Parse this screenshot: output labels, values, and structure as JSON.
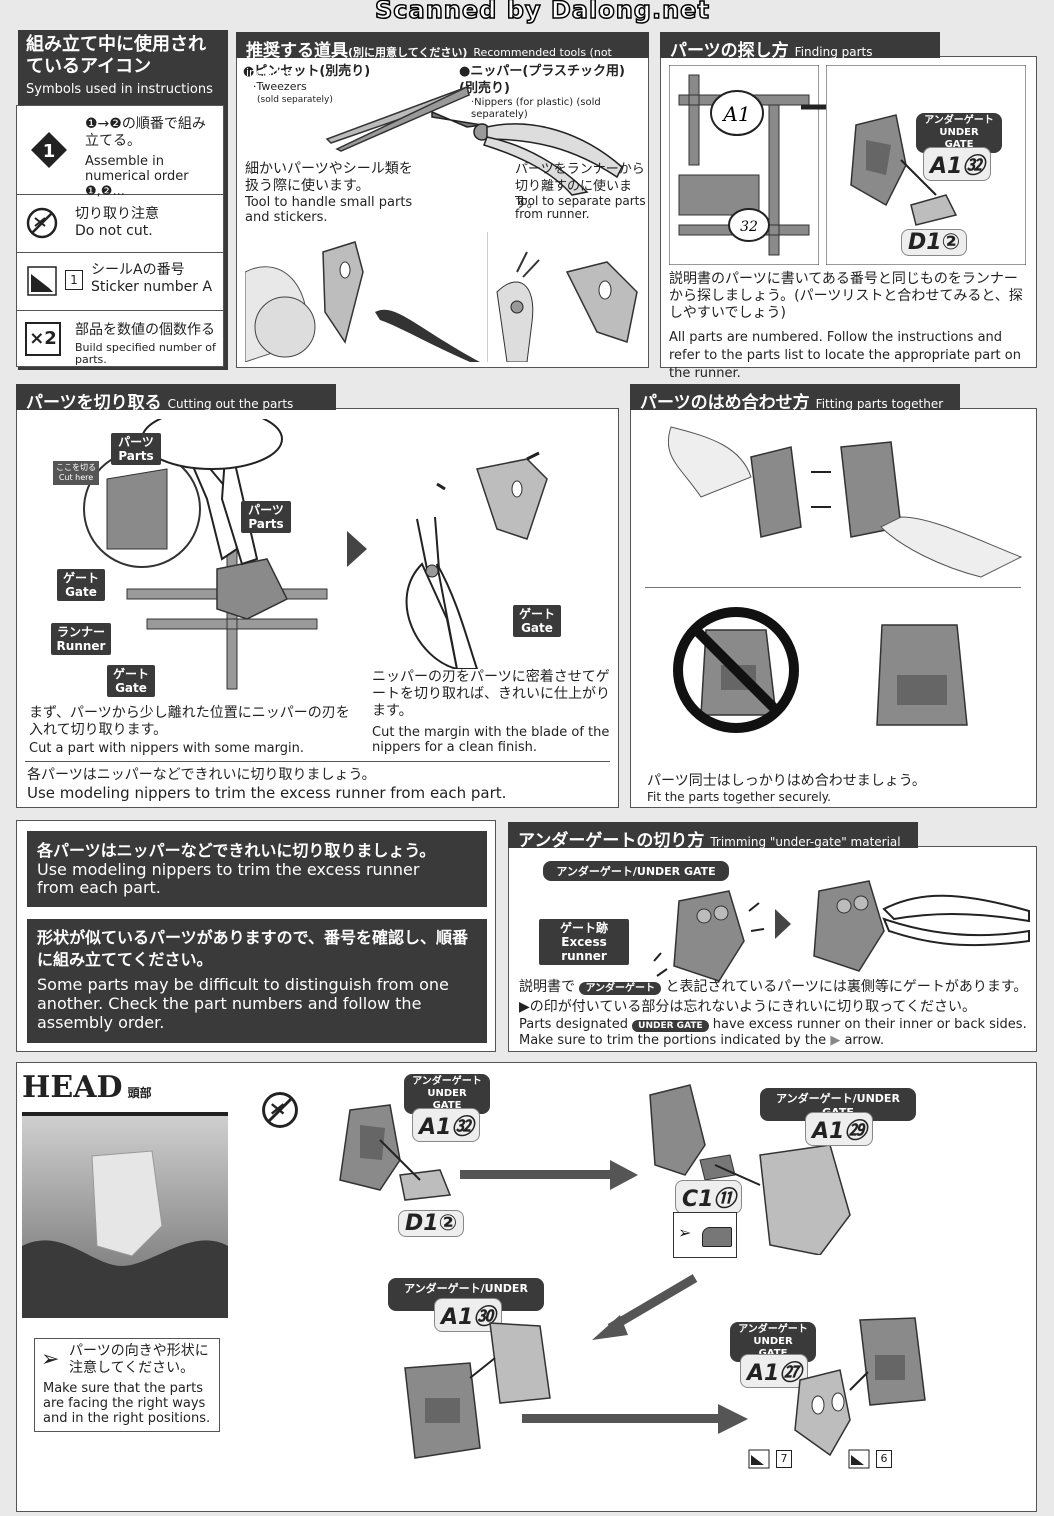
{
  "scan_credit": "Scanned by Dalong.net",
  "symbols": {
    "title_jp": "組み立て中に使用されているアイコン",
    "title_en": "Symbols used in instructions",
    "items": [
      {
        "icon": "number-1-icon",
        "jp": "❶→❷の順番で組み立てる。",
        "en": "Assemble in numerical order ❶,❷..."
      },
      {
        "icon": "do-not-cut-icon",
        "jp": "切り取り注意",
        "en": "Do not cut."
      },
      {
        "icon": "sticker-icon",
        "jp": "シールAの番号",
        "en": "Sticker number A"
      },
      {
        "icon": "times-two-icon",
        "jp": "部品を数値の個数作る",
        "en": "Build specified number of parts."
      }
    ],
    "num_badge": "1",
    "sticker_badge": "1",
    "x2": "×2"
  },
  "tools": {
    "title_jp": "推奨する道具",
    "title_jp_note": "(別に用意してください)",
    "title_en": "Recommended tools (not included)",
    "tweezers_jp": "●ピンセット(別売り)",
    "tweezers_en": "·Tweezers",
    "tweezers_note": "(sold separately)",
    "nippers_jp": "●ニッパー(プラスチック用)(別売り)",
    "nippers_en": "·Nippers (for plastic) (sold separately)",
    "tweezers_desc_jp": "細かいパーツやシール類を扱う際に使います。",
    "tweezers_desc_en": "Tool to handle small parts and stickers.",
    "nippers_desc_jp": "パーツをランナーから切り離すのに使います。",
    "nippers_desc_en": "Tool to separate parts from runner."
  },
  "finding": {
    "title_jp": "パーツの探し方",
    "title_en": "Finding parts",
    "runner_label": "A1",
    "runner_num": "32",
    "ug_label": "アンダーゲート UNDER GATE",
    "part_a": "A1㉜",
    "part_d": "D1②",
    "desc_jp": "説明書のパーツに書いてある番号と同じものをランナーから探しましょう。(パーツリストと合わせてみると、探しやすいでしょう)",
    "desc_en": "All parts are numbered. Follow the instructions and refer to the parts list to locate the appropriate part on the runner."
  },
  "cutting": {
    "title_jp": "パーツを切り取る",
    "title_en": "Cutting out the parts",
    "cut_here": "ここを切る Cut here",
    "parts": "パーツ Parts",
    "gate": "ゲート Gate",
    "runner": "ランナー Runner",
    "step1_jp": "まず、パーツから少し離れた位置にニッパーの刃を入れて切り取ります。",
    "step1_en": "Cut a part with nippers with some margin.",
    "step2_jp": "ニッパーの刃をパーツに密着させてゲートを切り取れば、きれいに仕上がります。",
    "step2_en": "Cut the margin with the blade of the nippers for a clean finish.",
    "footer_jp": "各パーツはニッパーなどできれいに切り取りましょう。",
    "footer_en": "Use modeling nippers to trim the excess runner from each part."
  },
  "fitting": {
    "title_jp": "パーツのはめ合わせ方",
    "title_en": "Fitting parts together",
    "desc_jp": "パーツ同士はしっかりはめ合わせましょう。",
    "desc_en": "Fit the parts together securely."
  },
  "notes": {
    "n1_jp": "各パーツはニッパーなどできれいに切り取りましょう。",
    "n1_en": "Use modeling nippers to trim the excess runner from each part.",
    "n2_jp": "形状が似ているパーツがありますので、番号を確認し、順番に組み立ててください。",
    "n2_en": "Some parts may be difficult to distinguish from one another. Check the part numbers and follow the assembly order."
  },
  "undergate": {
    "title_jp": "アンダーゲートの切り方",
    "title_en": "Trimming \"under-gate\" material",
    "label": "アンダーゲート/UNDER GATE",
    "excess": "ゲート跡 Excess runner",
    "badge": "アンダーゲート",
    "badge_en": "UNDER GATE",
    "desc_jp1": "説明書で",
    "desc_jp2": "と表記されているパーツには裏側等にゲートがあります。",
    "desc_jp3": "▶の印が付いている部分は忘れないようにきれいに切り取ってください。",
    "desc_en1": "Parts designated",
    "desc_en2": "have excess runner on their inner or back sides.",
    "desc_en3": "Make sure to trim the portions indicated by the",
    "desc_en4": "arrow."
  },
  "head": {
    "title_en": "HEAD",
    "title_jp": "頭部",
    "note_jp": "パーツの向きや形状に注意してください。",
    "note_en": "Make sure that the parts are facing the right ways and in the right positions.",
    "ug_jp": "アンダーゲート",
    "ug_en": "UNDER GATE",
    "ug_combo": "アンダーゲート/UNDER GATE",
    "p_a132": "A1㉜",
    "p_d12": "D1②",
    "p_a129": "A1㉙",
    "p_c111": "C1⑪",
    "p_a130": "A1㉚",
    "p_a127": "A1㉗",
    "sticker7": "7",
    "sticker6": "6"
  }
}
